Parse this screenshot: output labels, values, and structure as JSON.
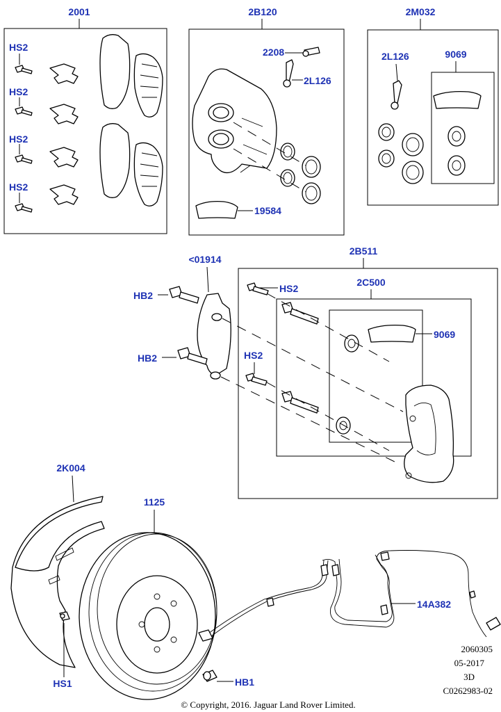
{
  "labels": {
    "group_2001": "2001",
    "hs2_a": "HS2",
    "hs2_b": "HS2",
    "hs2_c": "HS2",
    "hs2_d": "HS2",
    "group_2b120": "2B120",
    "part_2208": "2208",
    "part_2l126_a": "2L126",
    "part_19584": "19584",
    "group_2m032": "2M032",
    "part_2l126_b": "2L126",
    "part_9069_a": "9069",
    "part_01914": "<01914",
    "hb2_a": "HB2",
    "hb2_b": "HB2",
    "group_2b511": "2B511",
    "hs2_e": "HS2",
    "hs2_f": "HS2",
    "group_2c500": "2C500",
    "part_9069_b": "9069",
    "part_2k004": "2K004",
    "part_1125": "1125",
    "part_14a382": "14A382",
    "hs1": "HS1",
    "hb1": "HB1"
  },
  "meta": {
    "code": "2060305",
    "date": "05-2017",
    "view": "3D",
    "illustration_id": "C0262983-02",
    "copyright": "© Copyright, 2016. Jaguar Land Rover Limited."
  },
  "colors": {
    "label": "#1e32b4",
    "line": "#000000"
  }
}
